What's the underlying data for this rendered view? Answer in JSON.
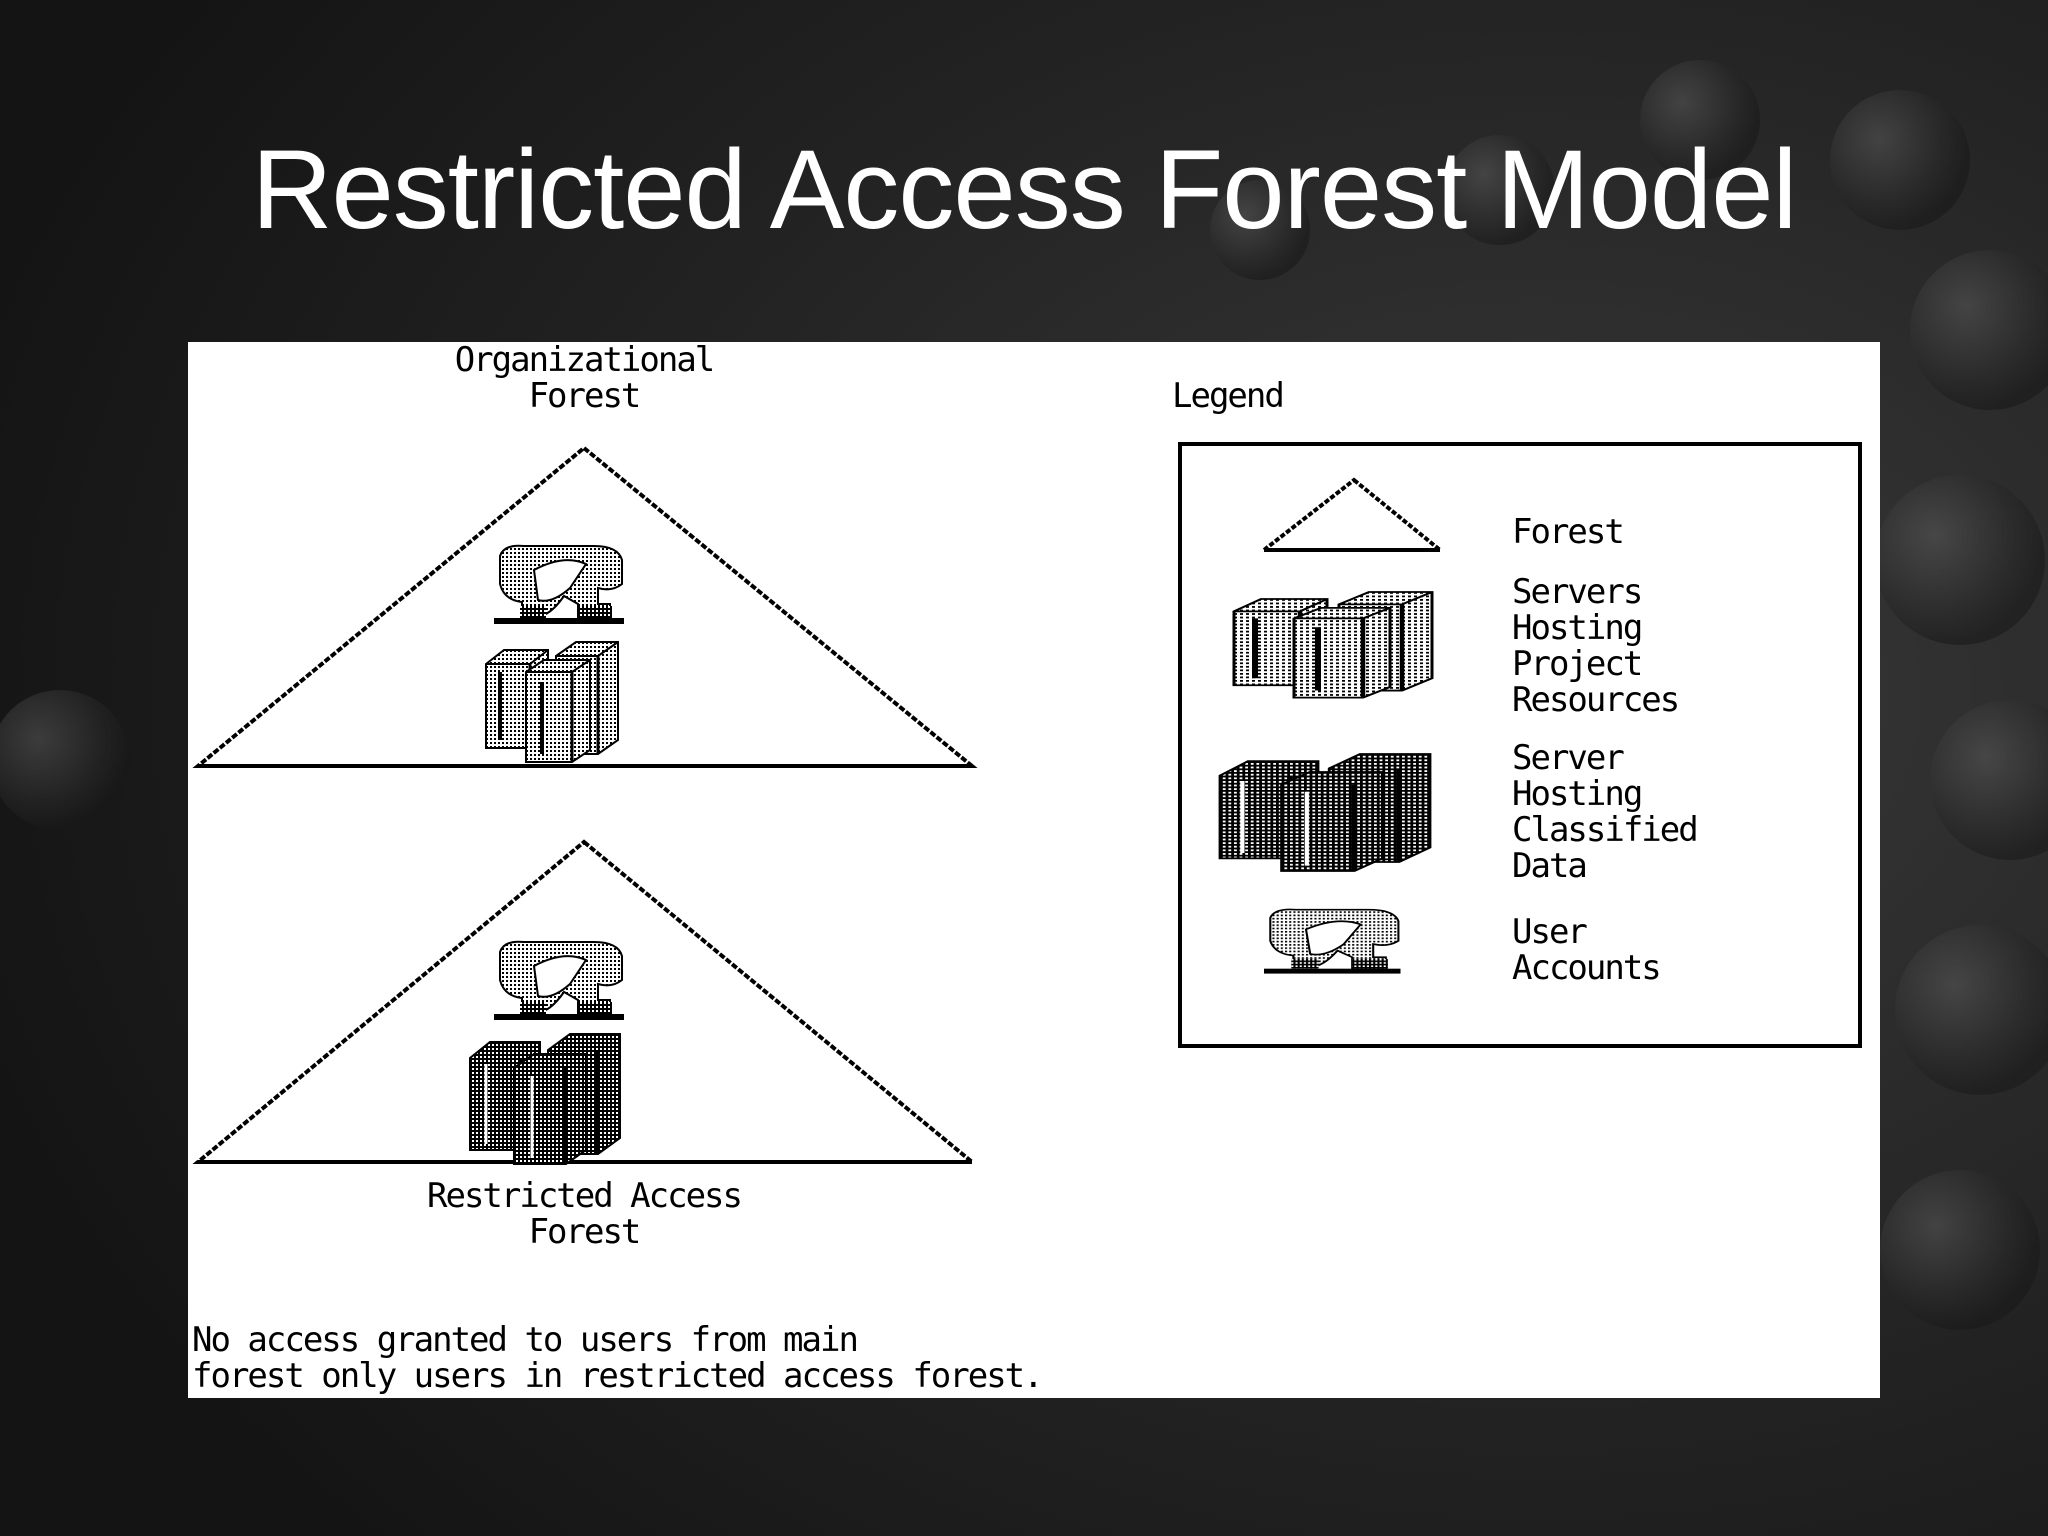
{
  "slide": {
    "title": "Restricted Access Forest Model",
    "background_color": "#1a1a1a",
    "title_color": "#ffffff"
  },
  "diagram": {
    "org_forest_label_line1": "Organizational",
    "org_forest_label_line2": "Forest",
    "restricted_forest_label_line1": "Restricted Access",
    "restricted_forest_label_line2": "Forest",
    "note_line1": "No access granted to users from main",
    "note_line2": "forest only users in restricted access forest.",
    "legend": {
      "title": "Legend",
      "forest": "Forest",
      "servers_project_line1": "Servers",
      "servers_project_line2": "Hosting",
      "servers_project_line3": "Project",
      "servers_project_line4": "Resources",
      "server_classified_line1": "Server",
      "server_classified_line2": "Hosting",
      "server_classified_line3": "Classified",
      "server_classified_line4": "Data",
      "users_line1": "User",
      "users_line2": "Accounts"
    }
  }
}
